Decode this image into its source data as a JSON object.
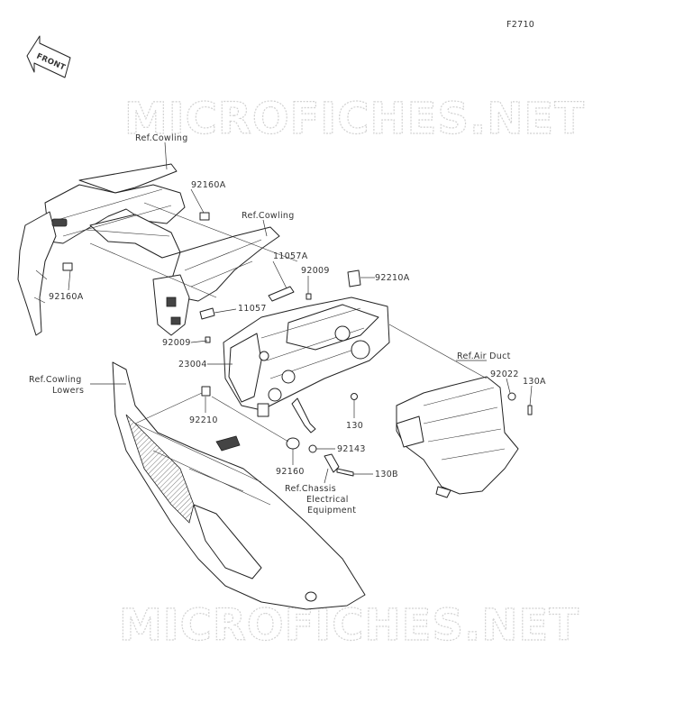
{
  "figure_code": "F2710",
  "direction_label": "FRONT",
  "watermark": "MICROFICHES.NET",
  "colors": {
    "line": "#222222",
    "watermark": "#d2d2d2",
    "background": "#ffffff"
  },
  "labels": {
    "ref_cowling_top": "Ref.Cowling",
    "p92160a_top": "92160A",
    "ref_cowling_mid": "Ref.Cowling",
    "p92160a_left": "92160A",
    "p11057a": "11057A",
    "p92009_top": "92009",
    "p92210a": "92210A",
    "p11057": "11057",
    "p92009_left": "92009",
    "p23004": "23004",
    "ref_air_duct": "Ref.Air Duct",
    "p92022": "92022",
    "p130a": "130A",
    "ref_cowling_lowers_1": "Ref.Cowling",
    "ref_cowling_lowers_2": "Lowers",
    "p92210": "92210",
    "p130": "130",
    "p92143": "92143",
    "p92160": "92160",
    "p130b": "130B",
    "ref_chassis_1": "Ref.Chassis",
    "ref_chassis_2": "Electrical",
    "ref_chassis_3": "Equipment"
  }
}
